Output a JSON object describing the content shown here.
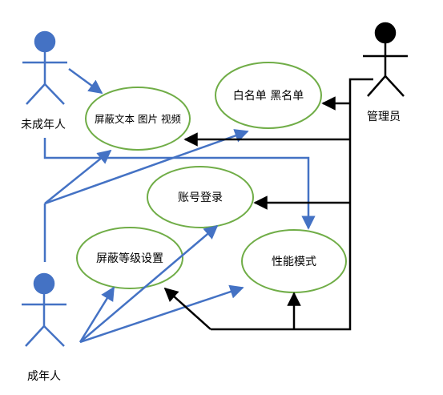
{
  "actors": {
    "minor": "未成年人",
    "adult": "成年人",
    "admin": "管理员"
  },
  "use_cases": {
    "block_content": "屏蔽文本  图片  视频",
    "whitelist_blacklist": "白名单  黑名单",
    "account_login": "账号登录",
    "block_level": "屏蔽等级设置",
    "performance_mode": "性能模式"
  },
  "colors": {
    "user_actor": "#4472C4",
    "admin_actor": "#000000",
    "use_case_border": "#70AD47",
    "user_link": "#4472C4",
    "admin_link": "#000000"
  }
}
